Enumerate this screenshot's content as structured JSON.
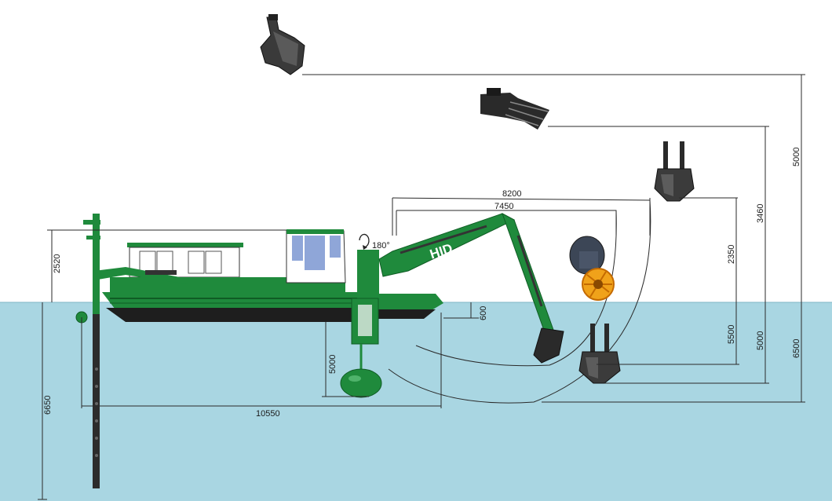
{
  "brand": "HID",
  "rotation_label": "180°",
  "dimensions": {
    "cabin_height": "2520",
    "pontoon_draft": "600",
    "float_depth": "5000",
    "anchor_depth": "6650",
    "horizontal_span": "10550",
    "reach_max": "8200",
    "reach_inner": "7450",
    "height_top": "5000",
    "height_mid": "3460",
    "height_low": "2350",
    "depth_a": "5500",
    "depth_b": "5000",
    "depth_c": "6500"
  },
  "colors": {
    "water": "#a9d6e2",
    "hull_green": "#1f8a3c",
    "hull_dark": "#1e1e1e",
    "cab_window": "#8fa6d8",
    "cutter_orange": "#f0a21a"
  }
}
